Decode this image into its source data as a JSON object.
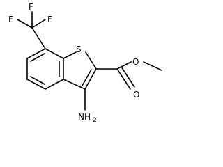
{
  "structure": {
    "atoms": {
      "f_top": "F",
      "f_left": "F",
      "f_right": "F",
      "s": "S",
      "o_ester": "O",
      "o_carbonyl": "O",
      "nh2_n": "NH",
      "nh2_sub": "2"
    }
  },
  "colors": {
    "ink": "#000000",
    "background": "#ffffff"
  }
}
